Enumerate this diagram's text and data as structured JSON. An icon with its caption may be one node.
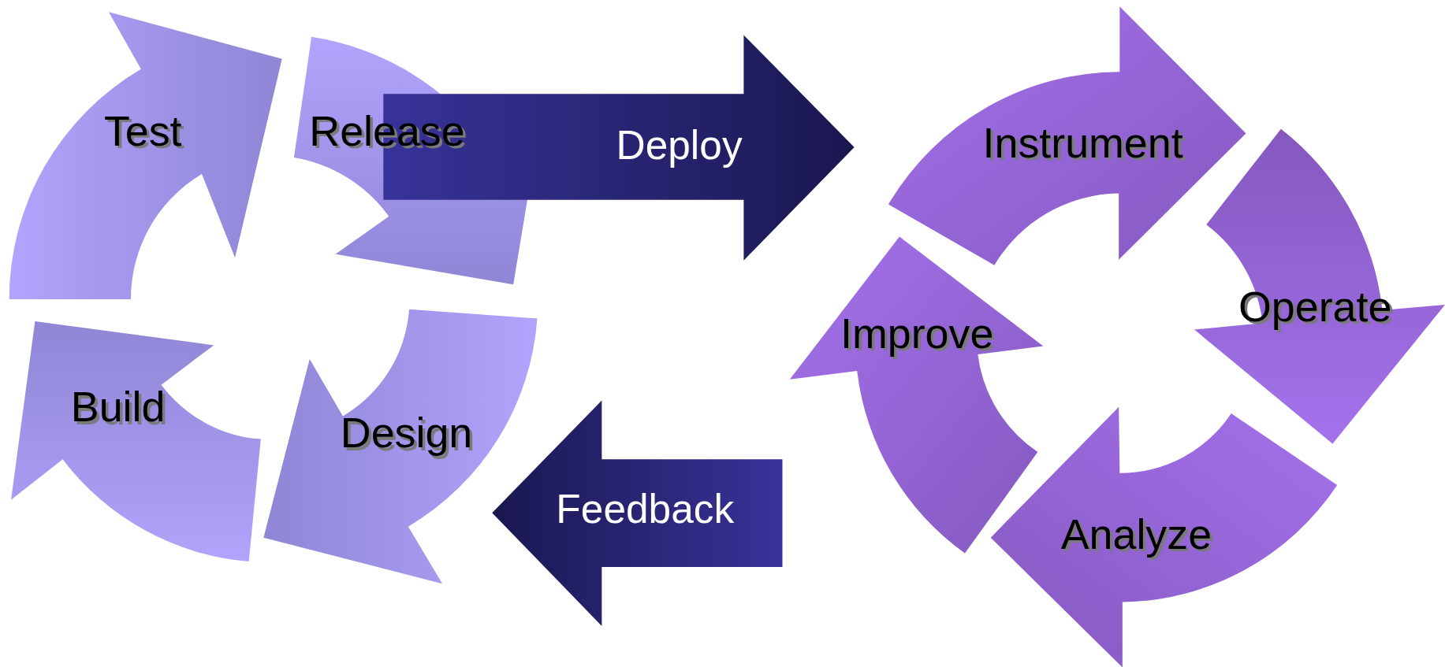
{
  "diagram": {
    "nodes": [
      {
        "text": [
          "Test"
        ]
      },
      {
        "text": [
          "Release"
        ]
      },
      {
        "text": [
          "Deploy"
        ]
      },
      {
        "text": [
          "Instrument"
        ]
      },
      {
        "text": [
          "Operate"
        ]
      },
      {
        "text": [
          "Build"
        ]
      },
      {
        "text": [
          "Design"
        ]
      },
      {
        "text": [
          "Improve"
        ]
      },
      {
        "text": [
          "Feedback"
        ]
      },
      {
        "text": [
          "Analyze"
        ]
      }
    ]
  }
}
